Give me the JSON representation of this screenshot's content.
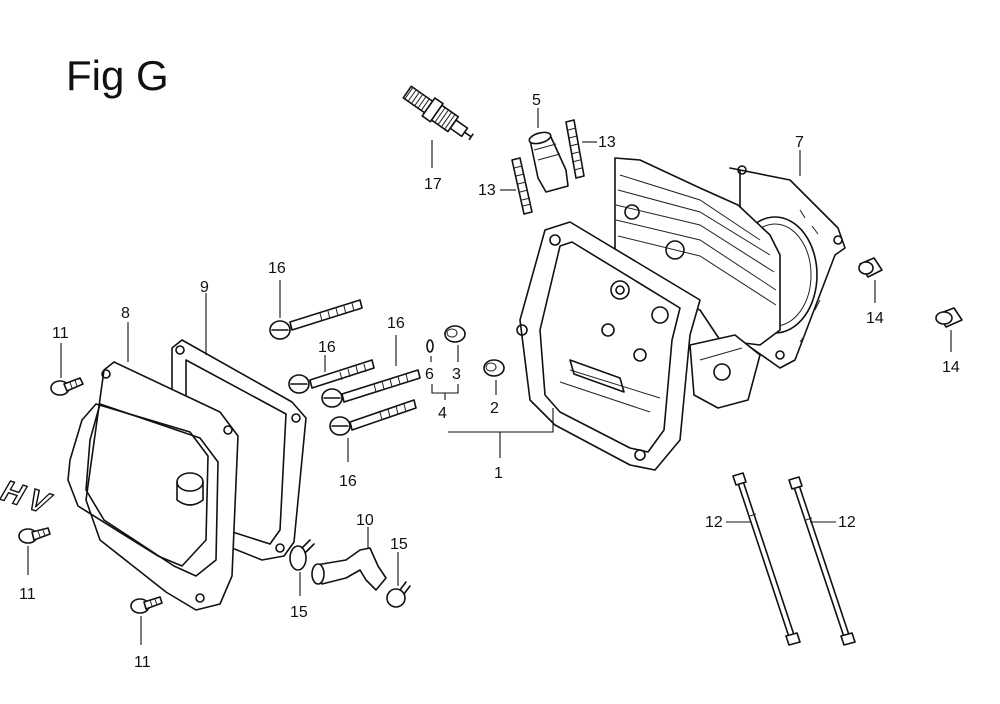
{
  "figure": {
    "title": "Fig G"
  },
  "cover": {
    "lettering": "OHV"
  },
  "callouts": {
    "c1": "1",
    "c2": "2",
    "c3": "3",
    "c4": "4",
    "c5": "5",
    "c6": "6",
    "c7": "7",
    "c8": "8",
    "c9": "9",
    "c10": "10",
    "c11a": "11",
    "c11b": "11",
    "c11c": "11",
    "c12a": "12",
    "c12b": "12",
    "c13a": "13",
    "c13b": "13",
    "c14a": "14",
    "c14b": "14",
    "c15a": "15",
    "c15b": "15",
    "c16a": "16",
    "c16b": "16",
    "c16c": "16",
    "c16d": "16",
    "c17": "17"
  }
}
